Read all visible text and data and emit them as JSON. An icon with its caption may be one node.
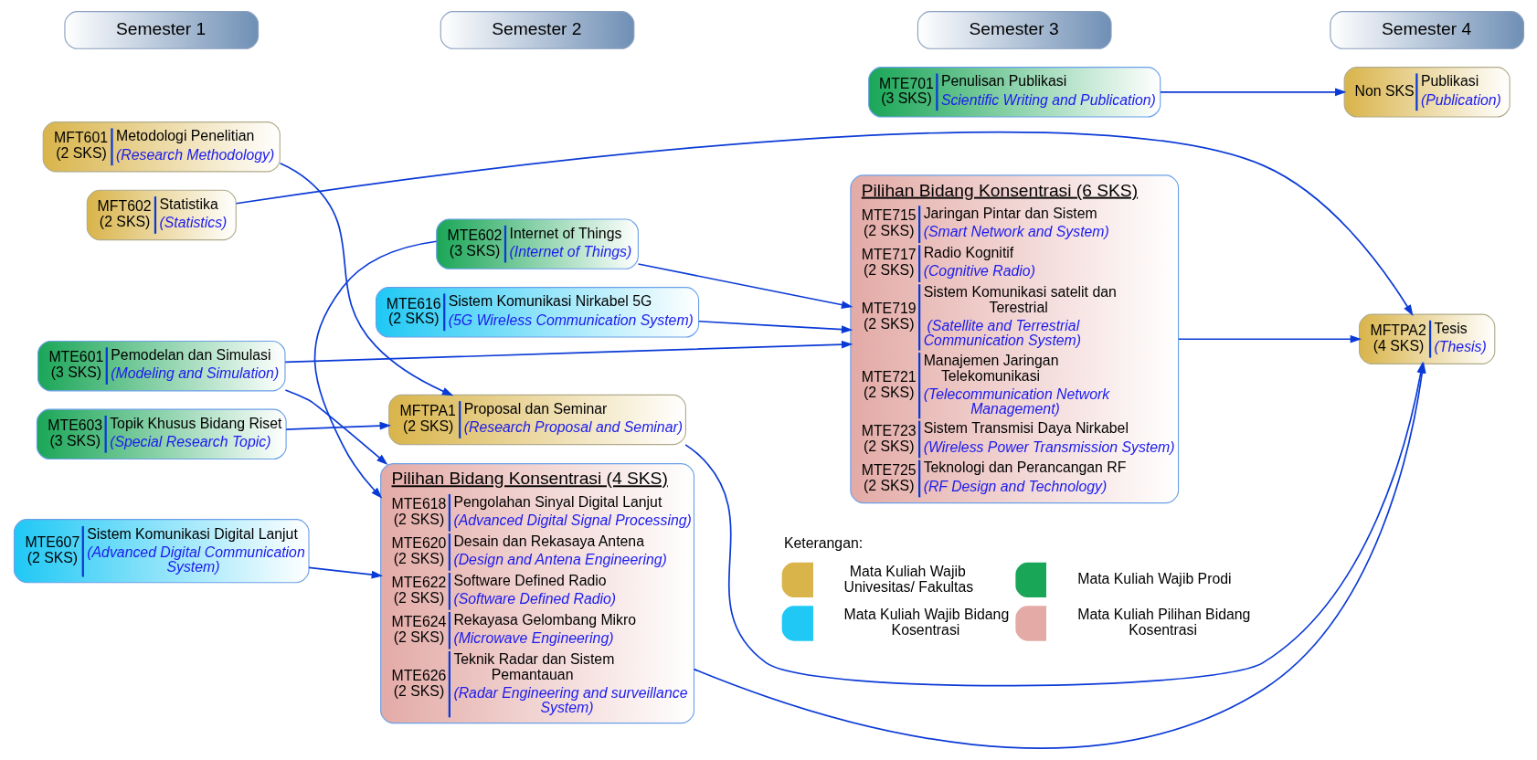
{
  "diagram": {
    "nodes": [
      {
        "text": [
          "Semester 1"
        ]
      },
      {
        "text": [
          "Semester 2"
        ]
      },
      {
        "text": [
          "Semester 3"
        ]
      },
      {
        "text": [
          "Semester 4"
        ]
      },
      {
        "text": [
          "MFT601 (2 SKS)",
          "Metodologi Penelitian",
          "(Research Methodology)"
        ]
      },
      {
        "text": [
          "MFTPA1 (2 SKS)",
          "Proposal dan Seminar",
          "(Research Proposal and Seminar)"
        ]
      },
      {
        "text": [
          "MTE701 (3 SKS)",
          "Penulisan Publikasi",
          "Scientific Writing and Publication)"
        ]
      },
      {
        "text": [
          "Non SKS",
          "Publikasi",
          "(Publication)"
        ]
      },
      {
        "text": [
          "MFT602 (2 SKS)",
          "Statistika",
          "(Statistics)"
        ]
      },
      {
        "text": [
          "MTE602 (3 SKS)",
          "Internet of Things",
          "(Internet of Things)"
        ]
      },
      {
        "text": [
          "Pilihan Bidang Konsentrasi (6 SKS)",
          "MTE715 (2 SKS)",
          "Jaringan Pintar dan Sistem",
          "(Smart Network and System)",
          "MTE717 (2 SKS)",
          "Radio Kognitif",
          "(Cognitive Radio)",
          "MTE719 (2 SKS)",
          "Sistem Komunikasi satelit dan Terestrial",
          "(Satellite and Terrestrial Communication System)",
          "MTE721 (2 SKS)",
          "Manajemen Jaringan Telekomunikasi",
          "(Telecommunication Network Management)",
          "MTE723 (2 SKS)",
          "Sistem Transmisi Daya Nirkabel",
          "(Wireless Power Transmission System)",
          "MTE725 (2 SKS)",
          "Teknologi dan Perancangan RF",
          "(RF Design and Technology)"
        ]
      },
      {
        "text": [
          "MFTPA2 (4 SKS)",
          "Tesis",
          "(Thesis)"
        ]
      },
      {
        "text": [
          "MTE601 (3 SKS)",
          "Pemodelan dan Simulasi",
          "(Modeling and Simulation)"
        ]
      },
      {
        "text": [
          "MTE616 (2 SKS)",
          "Sistem Komunikasi Nirkabel 5G",
          "(5G Wireless Communication System)"
        ]
      },
      {
        "text": [
          "MTE603 (3 SKS)",
          "Topik Khusus Bidang Riset",
          "(Special Research Topic)"
        ]
      },
      {
        "text": [
          "Pilihan Bidang Konsentrasi (4 SKS)",
          "MTE618 (2 SKS)",
          "Pengolahan Sinyal Digital Lanjut",
          "(Advanced Digital Signal Processing)",
          "MTE620 (2 SKS)",
          "Desain dan Rekasaya Antena",
          "(Design and Antena Engineering)",
          "MTE622 (2 SKS)",
          "Software Defined Radio",
          "(Software Defined Radio)",
          "MTE624 (2 SKS)",
          "Rekayasa Gelombang Mikro",
          "(Microwave Engineering)",
          "MTE626 (2 SKS)",
          "Teknik Radar dan Sistem Pemantauan",
          "(Radar Engineering and surveillance System)"
        ]
      },
      {
        "text": [
          "MTE607 (2 SKS)",
          "Sistem Komunikasi Digital Lanjut",
          "(Advanced Digital Communication System)"
        ]
      }
    ],
    "edges": [
      {
        "from": 4,
        "to": 5,
        "arrow": "to"
      },
      {
        "from": 14,
        "to": 5,
        "arrow": "to"
      },
      {
        "from": 5,
        "to": 11,
        "arrow": "to"
      },
      {
        "from": 8,
        "to": 11,
        "arrow": "to"
      },
      {
        "from": 6,
        "to": 7,
        "arrow": "to"
      },
      {
        "from": 9,
        "to": 10,
        "arrow": "to"
      },
      {
        "from": 9,
        "to": 15,
        "arrow": "to"
      },
      {
        "from": 13,
        "to": 10,
        "arrow": "to"
      },
      {
        "from": 12,
        "to": 10,
        "arrow": "to"
      },
      {
        "from": 12,
        "to": 15,
        "arrow": "to"
      },
      {
        "from": 16,
        "to": 15,
        "arrow": "to"
      },
      {
        "from": 10,
        "to": 11,
        "arrow": "to"
      },
      {
        "from": 15,
        "to": 11,
        "arrow": "to"
      }
    ],
    "labels": [
      "Keterangan:"
    ],
    "legend": [
      {
        "text": "Mata Kuliah Wajib Univesitas/ Fakultas",
        "color": "#d9b44a"
      },
      {
        "text": "Mata Kuliah Wajib Prodi",
        "color": "#1aa657"
      },
      {
        "text": "Mata Kuliah Wajib Bidang Kosentrasi",
        "color": "#1fc8f5"
      },
      {
        "text": "Mata Kuliah Pilihan Bidang Kosentrasi",
        "color": "#e3aaa6"
      }
    ]
  }
}
